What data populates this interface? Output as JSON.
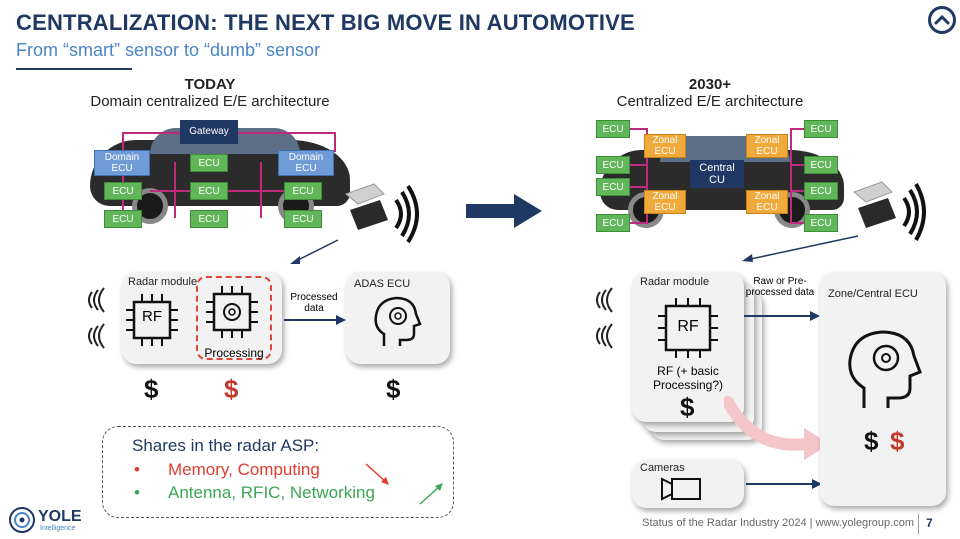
{
  "header": {
    "title": "CENTRALIZATION: THE NEXT BIG MOVE IN AUTOMOTIVE",
    "subtitle": "From “smart” sensor to “dumb” sensor"
  },
  "today": {
    "heading": "TODAY",
    "subheading": "Domain centralized E/E architecture",
    "gateway": "Gateway",
    "domain_ecu": "Domain ECU",
    "ecu": "ECU",
    "radar_module": "Radar module",
    "rf": "RF",
    "processing": "Processing",
    "processed_data": "Processed data",
    "adas_ecu": "ADAS ECU",
    "dollar": "$"
  },
  "future": {
    "heading": "2030+",
    "subheading": "Centralized E/E architecture",
    "zonal_ecu": "Zonal ECU",
    "central_cu": "Central CU",
    "ecu": "ECU",
    "radar_module": "Radar module",
    "rf": "RF",
    "rf_basic": "RF (+ basic Processing?)",
    "raw_data": "Raw or Pre-processed data",
    "zone_central_ecu": "Zone/Central ECU",
    "cameras": "Cameras",
    "dollar": "$"
  },
  "shares": {
    "title": "Shares in the radar ASP:",
    "items": [
      {
        "text": "Memory, Computing",
        "color": "#e03c31"
      },
      {
        "text": "Antenna, RFIC, Networking",
        "color": "#3aa655"
      }
    ]
  },
  "brand": {
    "name": "YOLE",
    "tagline": "Intelligence"
  },
  "footer": {
    "source": "Status of the Radar Industry 2024 | www.yolegroup.com",
    "page": "7"
  },
  "colors": {
    "navy": "#1f3864",
    "ecu_green": "#62b65a",
    "domain_blue": "#6f9bd6",
    "zonal_orange": "#f0a93b",
    "wire": "#c12a7c",
    "red": "#c0392b"
  }
}
